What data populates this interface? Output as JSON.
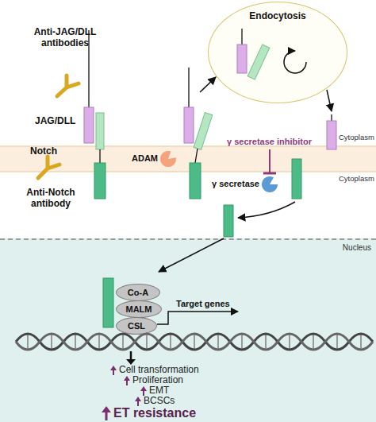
{
  "diagram": {
    "nodes": [
      {
        "text": [
          "Endocytosis"
        ]
      },
      {
        "text": [
          "ADAM"
        ]
      },
      {
        "text": [
          "γ secretase"
        ]
      },
      {
        "text": [
          "Nucleus"
        ]
      },
      {
        "text": [
          "Co-A"
        ],
        "in": 3
      },
      {
        "text": [
          "MALM"
        ],
        "in": 3
      },
      {
        "text": [
          "CSL"
        ],
        "in": 3
      }
    ],
    "labels": [
      "Anti-JAG/DLL antibodies",
      "JAG/DLL",
      "Cytoplasm",
      "γ secretase inhibitor",
      "Notch",
      "Cytoplasm",
      "Anti-Notch antibody",
      "Target genes",
      "Cell transformation",
      "Proliferation",
      "EMT",
      "BCSCs",
      "ET resistance"
    ]
  }
}
